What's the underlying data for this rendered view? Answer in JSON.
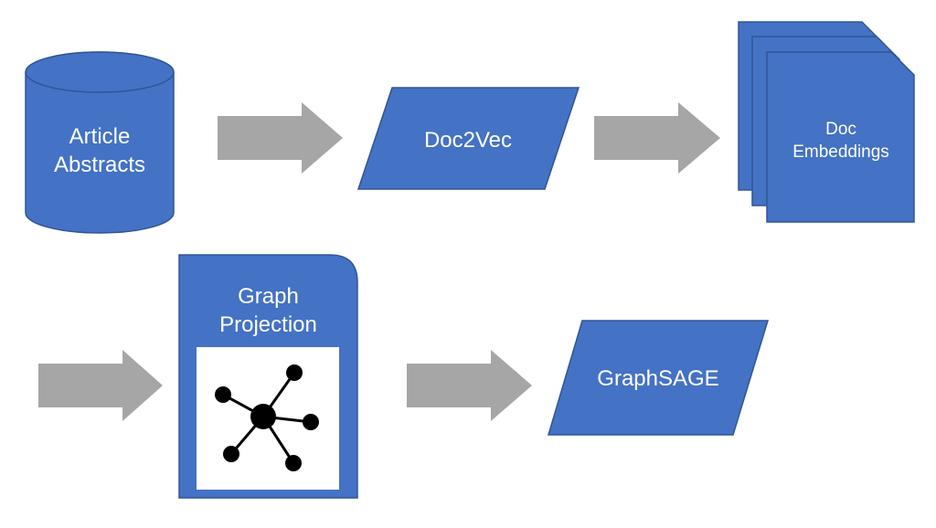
{
  "colors": {
    "shape_fill": "#4472C4",
    "shape_stroke": "#2F5597",
    "arrow_fill": "#A6A6A6",
    "text": "#FFFFFF",
    "graph_node": "#000000",
    "background": "#FFFFFF"
  },
  "nodes": {
    "article_abstracts": {
      "shape": "cylinder",
      "line1": "Article",
      "line2": "Abstracts"
    },
    "doc2vec": {
      "shape": "parallelogram",
      "label": "Doc2Vec"
    },
    "doc_embeddings": {
      "shape": "stacked-documents",
      "line1": "Doc",
      "line2": "Embeddings"
    },
    "graph_projection": {
      "shape": "snipped-card",
      "line1": "Graph",
      "line2": "Projection",
      "icon": "network-graph-icon"
    },
    "graphsage": {
      "shape": "parallelogram",
      "label": "GraphSAGE"
    }
  },
  "arrows": [
    {
      "from": "article_abstracts",
      "to": "doc2vec"
    },
    {
      "from": "doc2vec",
      "to": "doc_embeddings"
    },
    {
      "from": "doc_embeddings",
      "to": "graph_projection"
    },
    {
      "from": "graph_projection",
      "to": "graphsage"
    }
  ]
}
